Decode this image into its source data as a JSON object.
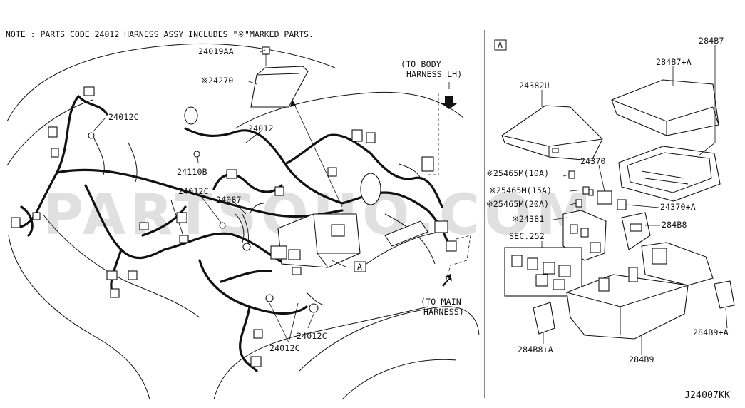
{
  "note": "NOTE : PARTS CODE 24012 HARNESS ASSY INCLUDES \"※\"MARKED PARTS.",
  "watermark": "PARTSOUQ.COM",
  "diagram_code": "J24007KK",
  "section_marker": "A",
  "section_marker_detail": "A",
  "left_labels": {
    "p24019AA": "24019AA",
    "p24270": "※24270",
    "p24012_main": "24012",
    "p24012C_1": "24012C",
    "p24110B": "24110B",
    "p24012C_2": "24012C",
    "p24087": "24087",
    "p24012C_3": "24012C",
    "p24012C_4": "24012C",
    "to_body_1": "(TO BODY",
    "to_body_2": "HARNESS LH)",
    "to_main_1": "(TO MAIN",
    "to_main_2": "HARNESS)"
  },
  "right_labels": {
    "p284B7": "284B7",
    "p284B7A": "284B7+A",
    "p24382U": "24382U",
    "p24370": "24370",
    "p25465M10": "※25465M(10A)",
    "p25465M15": "※25465M(15A)",
    "p25465M20": "※25465M(20A)",
    "p24370A": "24370+A",
    "p24381": "※24381",
    "p284B8": "284B8",
    "sec252": "SEC.252",
    "p284B8A": "284B8+A",
    "p284B9": "284B9",
    "p284B9A": "284B9+A"
  }
}
